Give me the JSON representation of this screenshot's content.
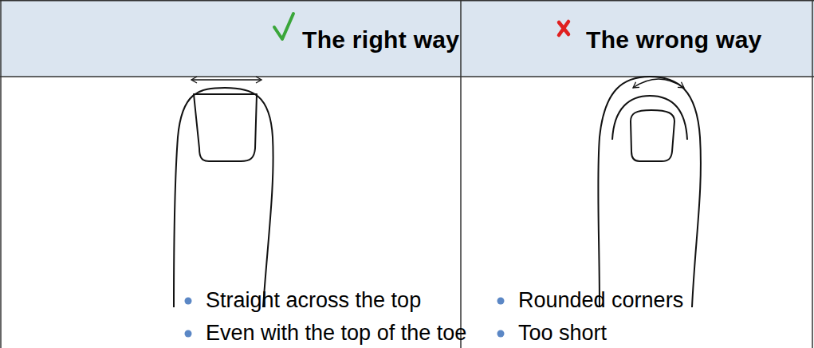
{
  "diagram": {
    "nodes": [
      {
        "text": [
          "The right way"
        ]
      },
      {
        "text": [
          "The wrong way"
        ]
      }
    ],
    "labels": [
      "Straight across the top",
      "Even with the top of the toe",
      "Rounded corners",
      "Too short"
    ]
  }
}
